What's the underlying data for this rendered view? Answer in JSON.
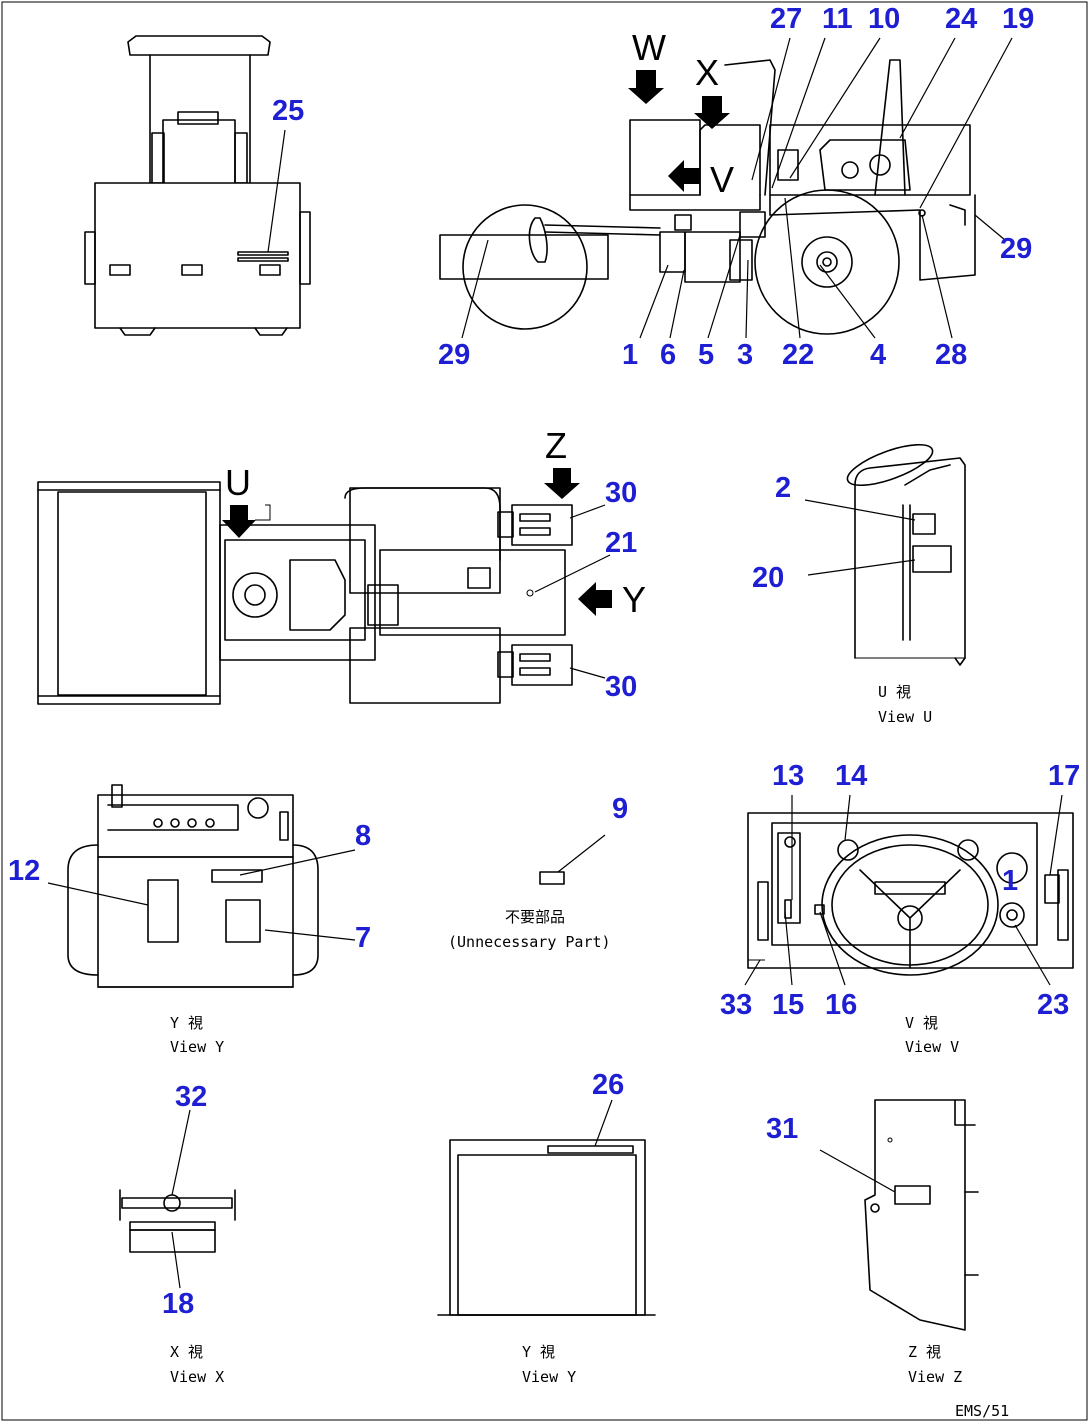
{
  "callouts": {
    "c1": "1",
    "c2": "2",
    "c3": "3",
    "c4": "4",
    "c5": "5",
    "c6": "6",
    "c7": "7",
    "c8": "8",
    "c9": "9",
    "c10": "10",
    "c11": "11",
    "c12": "12",
    "c13": "13",
    "c14": "14",
    "c15": "15",
    "c16": "16",
    "c17": "17",
    "c18": "18",
    "c19": "19",
    "c20": "20",
    "c21": "21",
    "c22": "22",
    "c23": "23",
    "c24": "24",
    "c25": "25",
    "c26": "26",
    "c27": "27",
    "c28": "28",
    "c29": "29",
    "c30": "30",
    "c31": "31",
    "c32": "32",
    "c33": "33"
  },
  "arrows": {
    "w": "W",
    "x": "X",
    "v": "V",
    "u": "U",
    "y": "Y",
    "z": "Z"
  },
  "views": {
    "u_jp": "U 視",
    "u_en": "View U",
    "v_jp": "V 視",
    "v_en": "View V",
    "x_jp": "X 視",
    "x_en": "View X",
    "y_jp": "Y 視",
    "y_en": "View Y",
    "z_jp": "Z 視",
    "z_en": "View Z"
  },
  "unnecessary": {
    "jp": "不要部品",
    "en": "(Unnecessary Part)"
  },
  "drawing_code": "EMS/51"
}
